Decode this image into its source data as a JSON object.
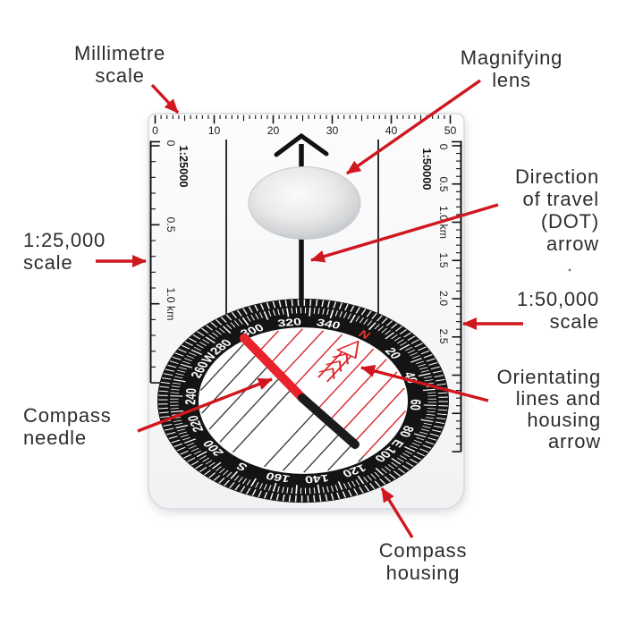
{
  "colors": {
    "red": "#d0161e",
    "needle_red": "#e8232b",
    "needle_black": "#1b1b1b",
    "orienting_red": "#d8262c",
    "line_dark": "#404040",
    "bezel_black": "#141414",
    "bezel_north_red": "#e8362e",
    "plate_fill_top": "#fcfcfd",
    "plate_fill_bottom": "#f1f2f4",
    "plate_border": "#d8dadd",
    "label_text": "#2d2d2d"
  },
  "labels": {
    "millimetre_scale": [
      "Millimetre",
      "scale"
    ],
    "magnifying_lens": [
      "Magnifying",
      "lens"
    ],
    "direction_of_travel": [
      "Direction",
      "of travel",
      "(DOT)",
      "arrow"
    ],
    "scale_25000": [
      "1:25,000",
      "scale"
    ],
    "scale_50000": [
      "1:50,000",
      "scale"
    ],
    "compass_needle": [
      "Compass",
      "needle"
    ],
    "orientating_lines": [
      "Orientating",
      "lines and",
      "housing",
      "arrow"
    ],
    "compass_housing": [
      "Compass",
      "housing"
    ]
  },
  "rulers": {
    "top_mm": {
      "labels": [
        "0",
        "10",
        "20",
        "30",
        "40",
        "50"
      ]
    },
    "left": {
      "scale_name": "1:25000",
      "labels": [
        "0",
        "0.5",
        "1.0 km"
      ]
    },
    "right": {
      "scale_name": "1:50000",
      "labels": [
        "0",
        "0.5",
        "1.0 km",
        "1.5",
        "2.0",
        "2.5"
      ]
    }
  },
  "bezel": {
    "rotation_deg": 33,
    "labels": [
      {
        "text": "N",
        "angle": 0,
        "accent": true
      },
      {
        "text": "20",
        "angle": 20
      },
      {
        "text": "40",
        "angle": 40
      },
      {
        "text": "60",
        "angle": 60
      },
      {
        "text": "80",
        "angle": 80
      },
      {
        "text": "E",
        "angle": 90
      },
      {
        "text": "100",
        "angle": 100
      },
      {
        "text": "120",
        "angle": 120
      },
      {
        "text": "140",
        "angle": 140
      },
      {
        "text": "160",
        "angle": 160
      },
      {
        "text": "S",
        "angle": 180
      },
      {
        "text": "200",
        "angle": 200
      },
      {
        "text": "220",
        "angle": 220
      },
      {
        "text": "240",
        "angle": 240
      },
      {
        "text": "260",
        "angle": 260
      },
      {
        "text": "W",
        "angle": 270
      },
      {
        "text": "280",
        "angle": 280
      },
      {
        "text": "300",
        "angle": 300
      },
      {
        "text": "320",
        "angle": 320
      },
      {
        "text": "340",
        "angle": 340
      }
    ]
  }
}
